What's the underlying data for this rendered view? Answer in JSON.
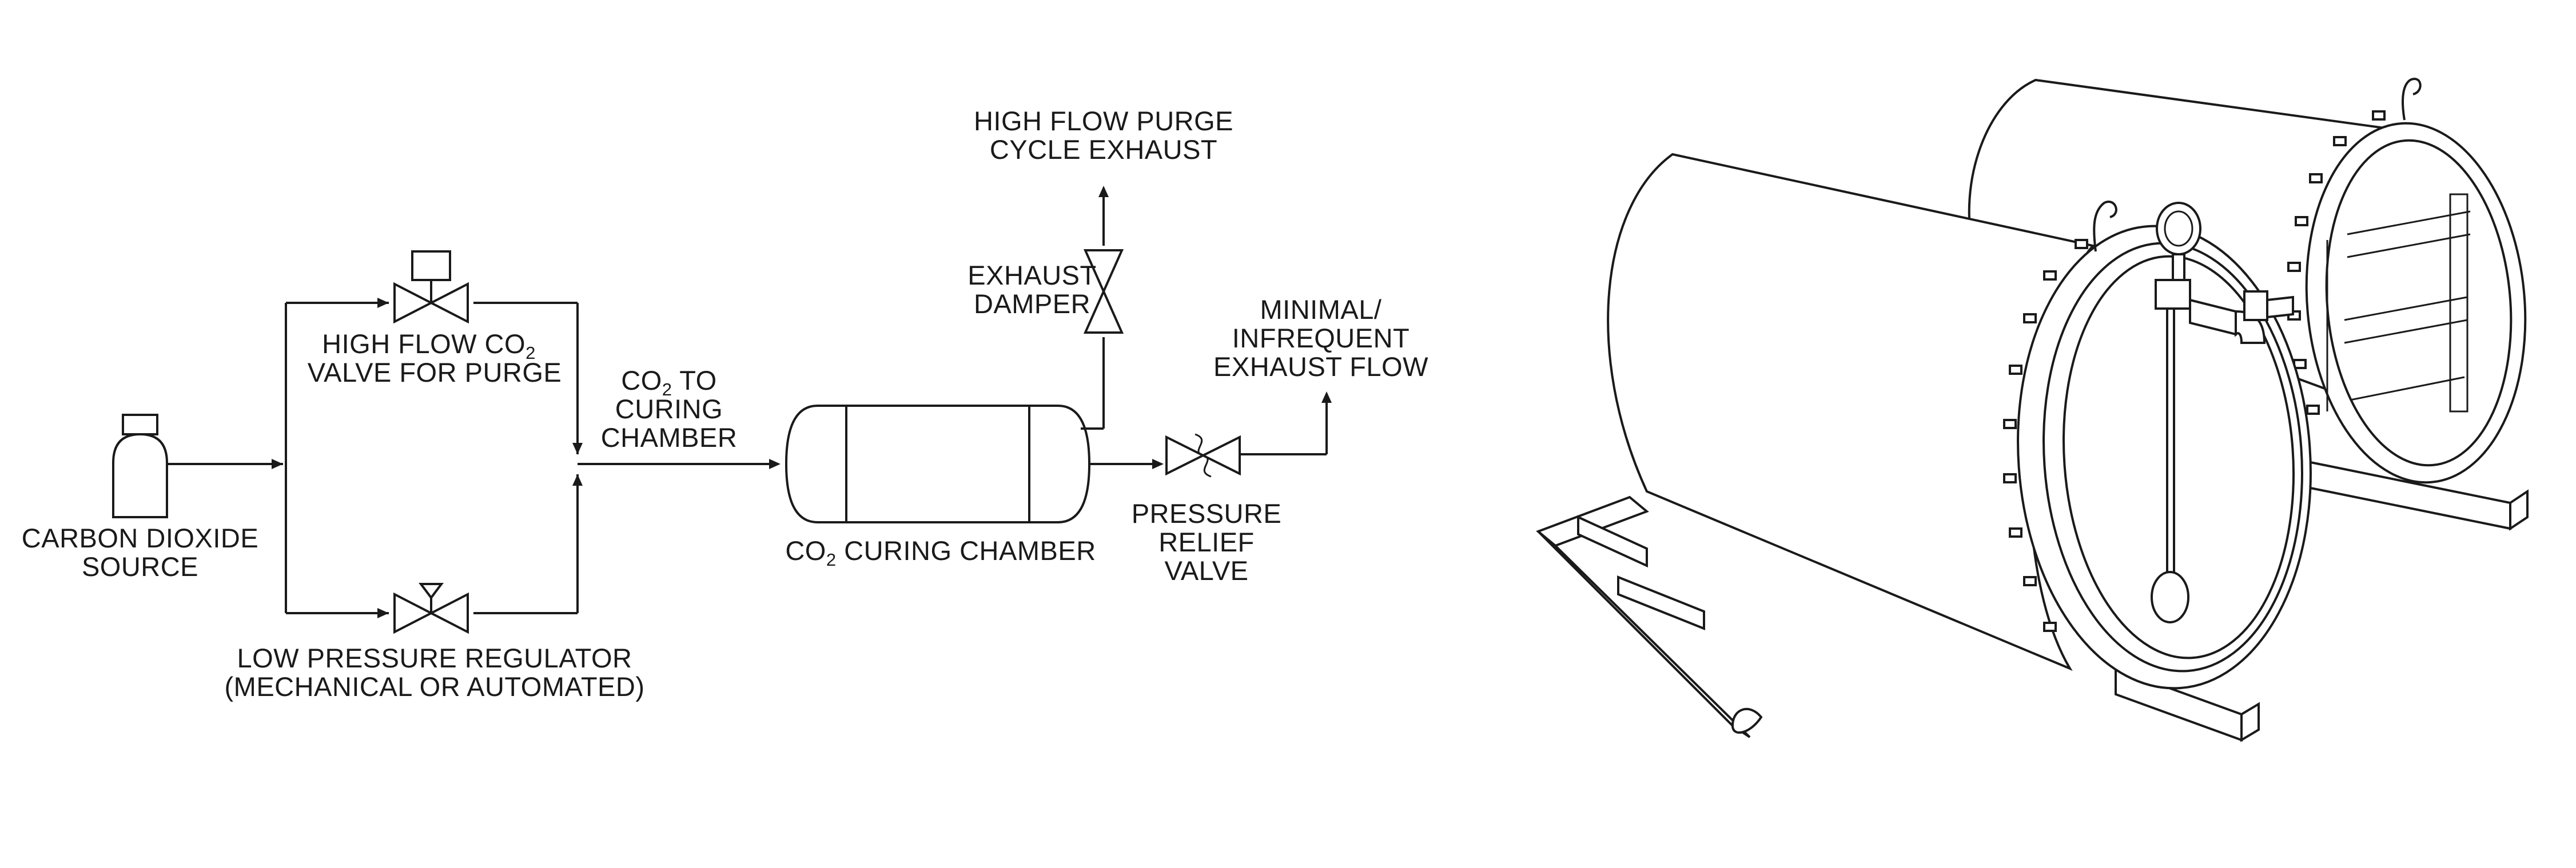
{
  "flow_diagram": {
    "labels": {
      "co2_source": [
        "CARBON DIOXIDE",
        "SOURCE"
      ],
      "high_flow_valve": [
        "HIGH FLOW CO",
        "2",
        "VALVE FOR PURGE"
      ],
      "low_pressure_regulator": [
        "LOW PRESSURE REGULATOR",
        "(MECHANICAL OR AUTOMATED)"
      ],
      "co2_to_chamber": [
        "CO",
        "2",
        " TO",
        "CURING",
        "CHAMBER"
      ],
      "curing_chamber": [
        "CO",
        "2",
        " CURING CHAMBER"
      ],
      "purge_exhaust": [
        "HIGH FLOW PURGE",
        "CYCLE EXHAUST"
      ],
      "exhaust_damper": [
        "EXHAUST",
        "DAMPER"
      ],
      "pressure_relief_valve": [
        "PRESSURE",
        "RELIEF",
        "VALVE"
      ],
      "minimal_exhaust": [
        "MINIMAL/",
        "INFREQUENT",
        "EXHAUST FLOW"
      ]
    }
  },
  "illustration": {
    "subject": "curing-chamber-drawing"
  }
}
